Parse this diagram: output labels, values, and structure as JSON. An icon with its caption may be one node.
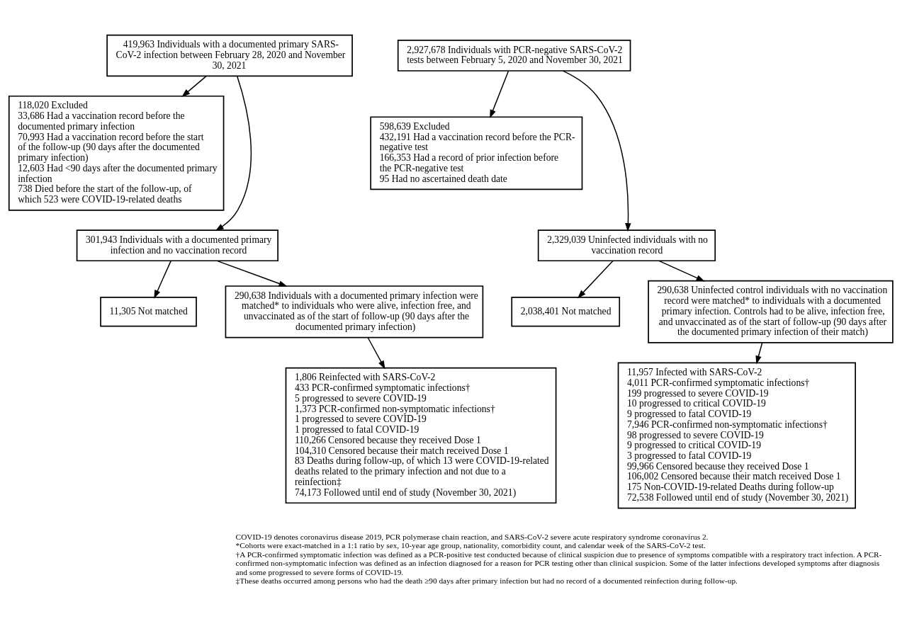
{
  "diagram": {
    "nodes": [
      {
        "text": [
          "419,963 Individuals with a documented primary SARS-CoV-2 infection between February 28, 2020 and November 30, 2021"
        ]
      },
      {
        "text": [
          "118,020 Excluded",
          "33,686 Had a vaccination record before the documented primary infection",
          "70,993 Had a vaccination record before the start of the follow-up (90 days after the documented primary infection)",
          "12,603 Had <90 days after the documented primary infection",
          "738 Died before the start of the follow-up, of which 523 were COVID-19-related deaths"
        ]
      },
      {
        "text": [
          "301,943 Individuals with a documented primary infection and no vaccination record"
        ]
      },
      {
        "text": [
          "11,305 Not matched"
        ]
      },
      {
        "text": [
          "290,638 Individuals with a documented primary infection were matched* to individuals who were alive, infection free, and unvaccinated as of the start of follow-up (90 days after the documented primary infection)"
        ]
      },
      {
        "text": [
          "1,806 Reinfected with SARS-CoV-2",
          "433 PCR-confirmed symptomatic infections†",
          "5 progressed to severe COVID-19",
          "1,373 PCR-confirmed non-symptomatic infections†",
          "1 progressed to severe COVID-19",
          "1 progressed to fatal COVID-19",
          "110,266 Censored because they received Dose 1",
          "104,310 Censored because their match received Dose 1",
          "83 Deaths during follow-up, of which 13 were COVID-19-related deaths related to the primary infection and not due to a reinfection‡",
          "74,173 Followed until end of study (November 30, 2021)"
        ]
      },
      {
        "text": [
          "2,927,678 Individuals with PCR-negative SARS-CoV-2 tests between February 5, 2020 and November 30, 2021"
        ]
      },
      {
        "text": [
          "598,639 Excluded",
          "432,191 Had a vaccination record before the PCR-negative test",
          "166,353 Had a record of prior infection before the PCR-negative test",
          "95 Had no ascertained death date"
        ]
      },
      {
        "text": [
          "2,329,039 Uninfected individuals with no vaccination record"
        ]
      },
      {
        "text": [
          "2,038,401 Not matched"
        ]
      },
      {
        "text": [
          "290,638 Uninfected control individuals with no vaccination record were matched* to individuals with a documented primary infection. Controls had to be alive, infection free, and unvaccinated as of the start of follow-up (90 days after the documented primary infection of their match)"
        ]
      },
      {
        "text": [
          "11,957 Infected with SARS-CoV-2",
          "4,011 PCR-confirmed symptomatic infections†",
          "199 progressed to severe COVID-19",
          "10 progressed to critical COVID-19",
          "9 progressed to fatal COVID-19",
          "7,946 PCR-confirmed non-symptomatic infections†",
          "98 progressed to severe COVID-19",
          "9 progressed to critical COVID-19",
          "3 progressed to fatal COVID-19",
          "99,966 Censored because they received Dose 1",
          "106,002 Censored because their match received Dose 1",
          "175 Non-COVID-19-related Deaths during follow-up",
          "72,538 Followed until end of study (November 30, 2021)"
        ]
      }
    ],
    "edges": [
      {
        "from": 0,
        "to": 2,
        "arrow": "to"
      },
      {
        "from": 0,
        "to": 1,
        "arrow": "to"
      },
      {
        "from": 2,
        "to": 4,
        "arrow": "to"
      },
      {
        "from": 2,
        "to": 3,
        "arrow": "to"
      },
      {
        "from": 4,
        "to": 5,
        "arrow": "to"
      },
      {
        "from": 6,
        "to": 8,
        "arrow": "to"
      },
      {
        "from": 6,
        "to": 7,
        "arrow": "to"
      },
      {
        "from": 8,
        "to": 10,
        "arrow": "to"
      },
      {
        "from": 8,
        "to": 9,
        "arrow": "to"
      },
      {
        "from": 10,
        "to": 11,
        "arrow": "to"
      }
    ],
    "labels": [
      "COVID-19 denotes coronavirus disease 2019, PCR polymerase chain reaction, and SARS-CoV-2 severe acute respiratory syndrome coronavirus 2.",
      "*Cohorts were exact-matched in a 1:1 ratio by sex, 10-year age group, nationality, comorbidity count, and calendar week of the SARS-CoV-2 test.",
      "†A PCR-confirmed symptomatic infection was defined as a PCR-positive test conducted because of clinical suspicion due to presence of symptoms compatible with a respiratory tract infection. A PCR-confirmed non-symptomatic infection was defined as an infection diagnosed for a reason for PCR testing other than clinical suspicion. Some of the latter infections developed symptoms after diagnosis and some progressed to severe forms of COVID-19.",
      "‡These deaths occurred among persons who had the death ≥90 days after primary infection but had no record of a documented reinfection during follow-up."
    ]
  }
}
